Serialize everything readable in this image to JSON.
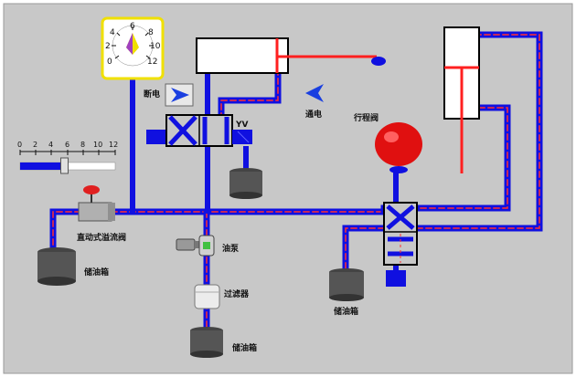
{
  "labels": {
    "power_off": "断电",
    "power_on": "通电",
    "solenoid": "YV",
    "travel_valve": "行程阀",
    "relief_valve": "直动式溢流阀",
    "oil_pump": "油泵",
    "filter": "过滤器",
    "tank_left": "储油箱",
    "tank_bottom": "储油箱",
    "tank_right": "储油箱"
  },
  "pressure_gauge": {
    "scale": [
      "0",
      "2",
      "4",
      "6",
      "8",
      "10",
      "12"
    ]
  },
  "slider": {
    "scale": [
      "0",
      "2",
      "4",
      "6",
      "8",
      "10",
      "12"
    ],
    "value": 5.6,
    "min": 0,
    "max": 12
  },
  "colors": {
    "background": "#c8c8c8",
    "pipe": "#1010e0",
    "pipe_dash": "#ff3030",
    "rod": "#ff2020",
    "gauge_border": "#f0e000",
    "valve_body": "#1010e0"
  }
}
